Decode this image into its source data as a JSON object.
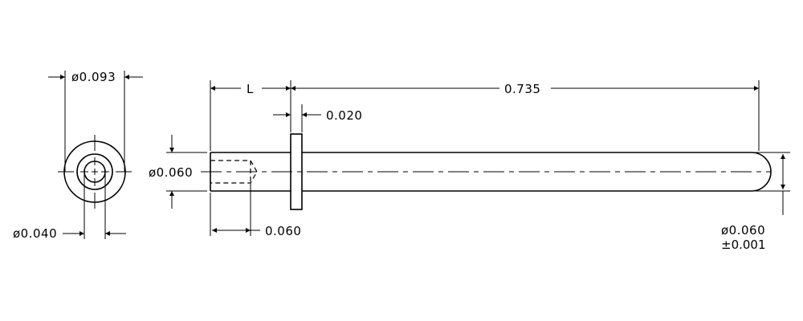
{
  "dimensions": {
    "end_outer_diameter": "ø0.093",
    "end_inner_diameter": "ø0.040",
    "length_L": "L",
    "overall_length": "0.735",
    "flange_thickness": "0.020",
    "bore_diameter": "ø0.060",
    "bore_depth": "0.060",
    "shaft_diameter": "ø0.060",
    "shaft_tolerance": "±0.001"
  }
}
